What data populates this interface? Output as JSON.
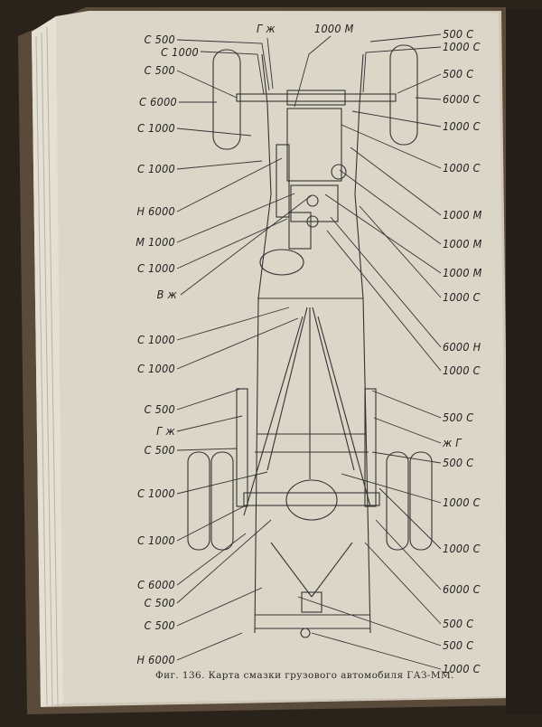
{
  "caption": "Фиг. 136. Карта смазки грузового автомобиля ГАЗ-ММ.",
  "labels_left": [
    "С 500",
    "С 1000",
    "С 500",
    "С 6000",
    "С 1000",
    "С 1000",
    "Н 6000",
    "М 1000",
    "С 1000",
    "В ж",
    "С 1000",
    "С 1000",
    "С 500",
    "Г ж",
    "С 500",
    "С 1000",
    "С 1000",
    "С 6000",
    "С 500",
    "С 500",
    "Н 6000"
  ],
  "labels_right": [
    "500 С",
    "1000 С",
    "500 С",
    "6000 С",
    "1000 С",
    "1000 С",
    "1000 М",
    "1000 М",
    "1000 М",
    "1000 С",
    "6000 Н",
    "1000 С",
    "500 С",
    "ж Г",
    "500 С",
    "1000 С",
    "1000 С",
    "6000 С",
    "500 С",
    "500 С",
    "1000 С"
  ],
  "labels_top": [
    "Г ж",
    "1000 М"
  ],
  "colors": {
    "paper": "#dcd6c9",
    "ink": "#333333",
    "page_shadow": "#b9b2a4",
    "background": "#2a231c"
  }
}
